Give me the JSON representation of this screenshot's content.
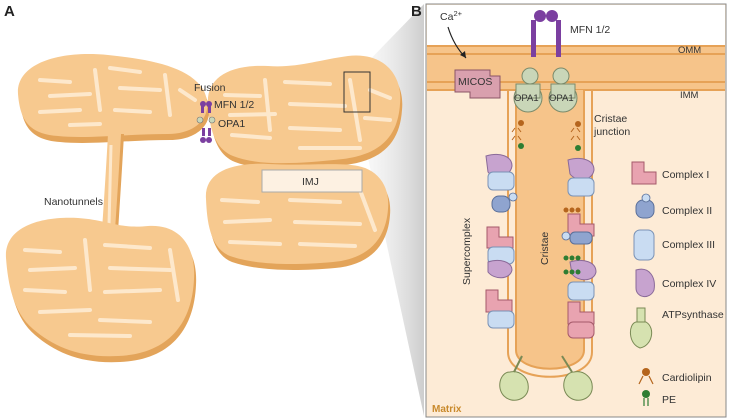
{
  "panel_a": {
    "letter": "A",
    "labels": {
      "fusion": "Fusion",
      "mfn": "MFN 1/2",
      "opa1": "OPA1",
      "nanotunnels": "Nanotunnels",
      "imj": "IMJ"
    }
  },
  "panel_b": {
    "letter": "B",
    "labels": {
      "ca_base": "Ca",
      "ca_sup": "2+",
      "mfn": "MFN 1/2",
      "omm": "OMM",
      "imm": "IMM",
      "micos": "MICOS",
      "opa1_left": "OPA1",
      "opa1_right": "OPA1",
      "cristae_junction_1": "Cristae",
      "cristae_junction_2": "junction",
      "supercomplex": "Supercomplex",
      "cristae": "Cristae",
      "matrix": "Matrix"
    },
    "legend": [
      {
        "key": "complex1",
        "label": "Complex I"
      },
      {
        "key": "complex2",
        "label": "Complex II"
      },
      {
        "key": "complex3",
        "label": "Complex III"
      },
      {
        "key": "complex4",
        "label": "Complex IV"
      },
      {
        "key": "atp",
        "label": "ATPsynthase"
      },
      {
        "key": "cardiolipin",
        "label": "Cardiolipin"
      },
      {
        "key": "pe",
        "label": "PE"
      }
    ]
  },
  "colors": {
    "mito_fill": "#f7c98f",
    "mito_edge": "#e3a45a",
    "cristae_light": "#fde8cc",
    "membrane_band": "#f6c48a",
    "matrix_bg": "#fdebd6",
    "complex1": "#e8a3b0",
    "complex2": "#8fa4cf",
    "complex3": "#c9dcf2",
    "complex4": "#c7a3cf",
    "atp": "#d6e2b0",
    "cardiolipin": "#b5651d",
    "pe": "#2e7d32",
    "mfn": "#7b3fa0",
    "opa1": "#c9d6b8",
    "micos": "#d9a0ae",
    "callout_gray": "#d0d0d0"
  }
}
